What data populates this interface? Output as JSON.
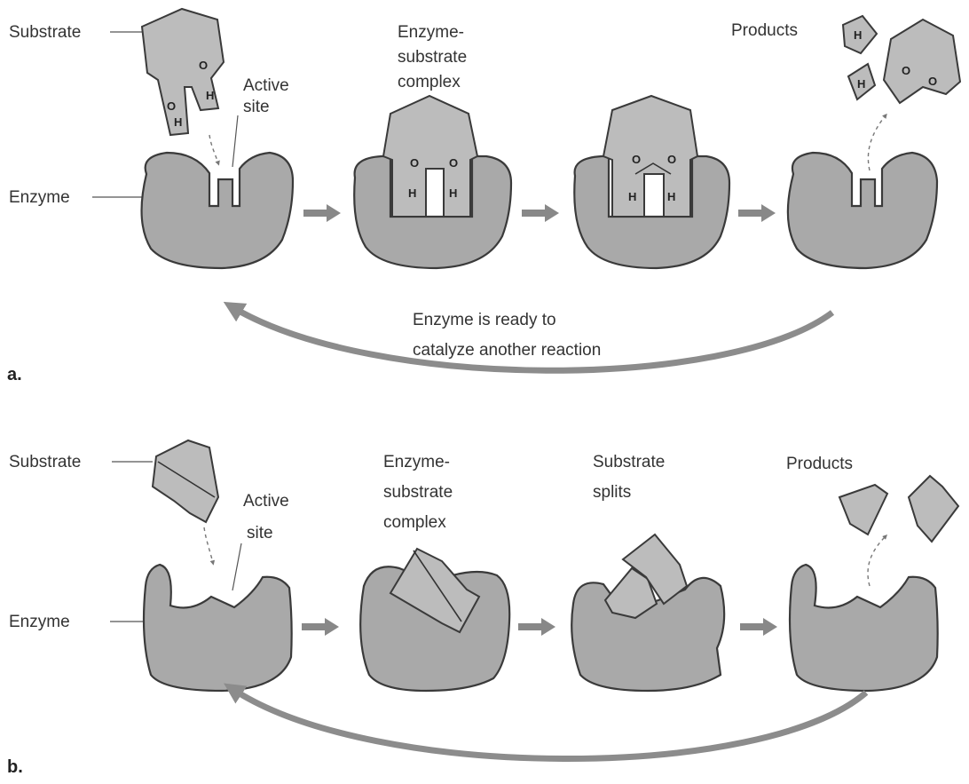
{
  "panel_a": {
    "label": "a.",
    "substrate": "Substrate",
    "active_site": [
      "Active",
      "site"
    ],
    "enzyme": "Enzyme",
    "complex": [
      "Enzyme-",
      "substrate",
      "complex"
    ],
    "products": "Products",
    "cycle_note": [
      "Enzyme is ready to",
      "catalyze another reaction"
    ],
    "atoms": {
      "o": "O",
      "h": "H"
    }
  },
  "panel_b": {
    "label": "b.",
    "substrate": "Substrate",
    "active_site": [
      "Active",
      "site"
    ],
    "enzyme": "Enzyme",
    "complex": [
      "Enzyme-",
      "substrate",
      "complex"
    ],
    "splits": [
      "Substrate",
      "splits"
    ],
    "products": "Products"
  }
}
